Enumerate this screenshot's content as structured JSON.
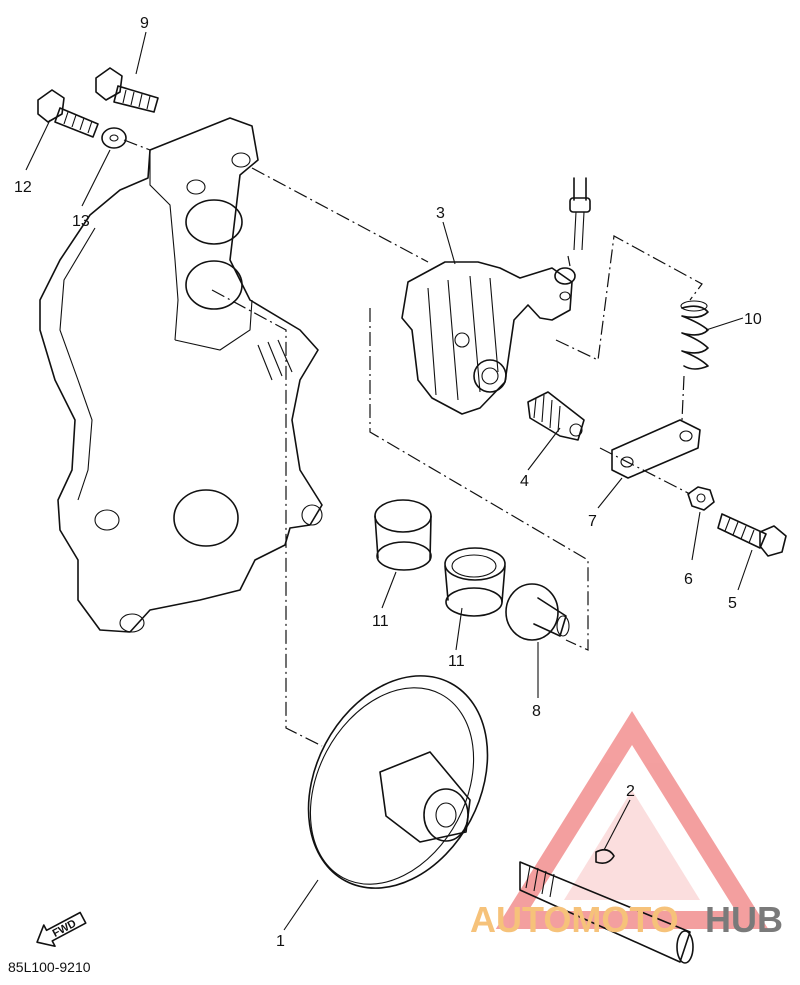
{
  "diagram_code": "85L100-9210",
  "fwd_label": "FWD",
  "watermark": {
    "brand_part1": "AUTOMOTO",
    "brand_part2": "HUB",
    "color_light": "#f6c27a",
    "color_dark": "#7a7a7a",
    "logo_color": "#f08080"
  },
  "callouts": {
    "c1": "1",
    "c2": "2",
    "c3": "3",
    "c4": "4",
    "c5": "5",
    "c6": "6",
    "c7": "7",
    "c8": "8",
    "c9": "9",
    "c10": "10",
    "c11a": "11",
    "c11b": "11",
    "c12": "12",
    "c13": "13"
  }
}
